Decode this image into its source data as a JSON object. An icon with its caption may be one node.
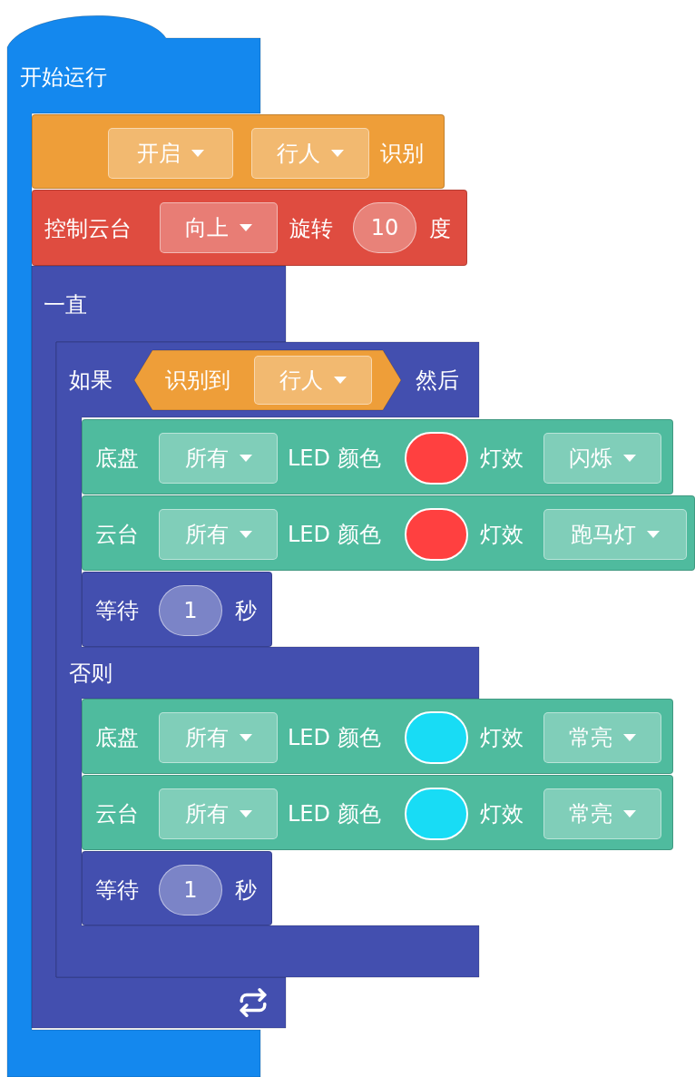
{
  "diagram": {
    "nodes": [
      {
        "text": [
          "开始运行"
        ]
      },
      {
        "text": [
          "识别"
        ]
      },
      {
        "text": [
          "开启"
        ],
        "in": 1
      },
      {
        "text": [
          "行人"
        ],
        "in": 1
      },
      {
        "text": [
          "控制云台",
          "旋转",
          "度"
        ]
      },
      {
        "text": [
          "向上"
        ],
        "in": 4
      },
      {
        "text": [
          "10"
        ],
        "in": 4
      },
      {
        "text": [
          "一直"
        ]
      },
      {
        "text": [
          "如果",
          "然后",
          "否则"
        ]
      },
      {
        "text": [
          "识别到"
        ],
        "in": 8
      },
      {
        "text": [
          "行人"
        ],
        "in": 9
      },
      {
        "text": [
          "底盘",
          "LED 颜色",
          "灯效"
        ]
      },
      {
        "text": [
          "所有"
        ],
        "in": 11
      },
      {
        "text": [],
        "shape": "circle",
        "in": 11
      },
      {
        "text": [
          "闪烁"
        ],
        "in": 11
      },
      {
        "text": [
          "云台",
          "LED 颜色",
          "灯效"
        ]
      },
      {
        "text": [
          "所有"
        ],
        "in": 15
      },
      {
        "text": [],
        "shape": "circle",
        "in": 15
      },
      {
        "text": [
          "跑马灯"
        ],
        "in": 15
      },
      {
        "text": [
          "等待",
          "秒"
        ]
      },
      {
        "text": [
          "1"
        ],
        "in": 19
      },
      {
        "text": [
          "底盘",
          "LED 颜色",
          "灯效"
        ]
      },
      {
        "text": [
          "所有"
        ],
        "in": 21
      },
      {
        "text": [],
        "shape": "circle",
        "in": 21
      },
      {
        "text": [
          "常亮"
        ],
        "in": 21
      },
      {
        "text": [
          "云台",
          "LED 颜色",
          "灯效"
        ]
      },
      {
        "text": [
          "所有"
        ],
        "in": 25
      },
      {
        "text": [],
        "shape": "circle",
        "in": 25
      },
      {
        "text": [
          "常亮"
        ],
        "in": 25
      },
      {
        "text": [
          "等待",
          "秒"
        ]
      },
      {
        "text": [
          "1"
        ],
        "in": 29
      }
    ]
  }
}
